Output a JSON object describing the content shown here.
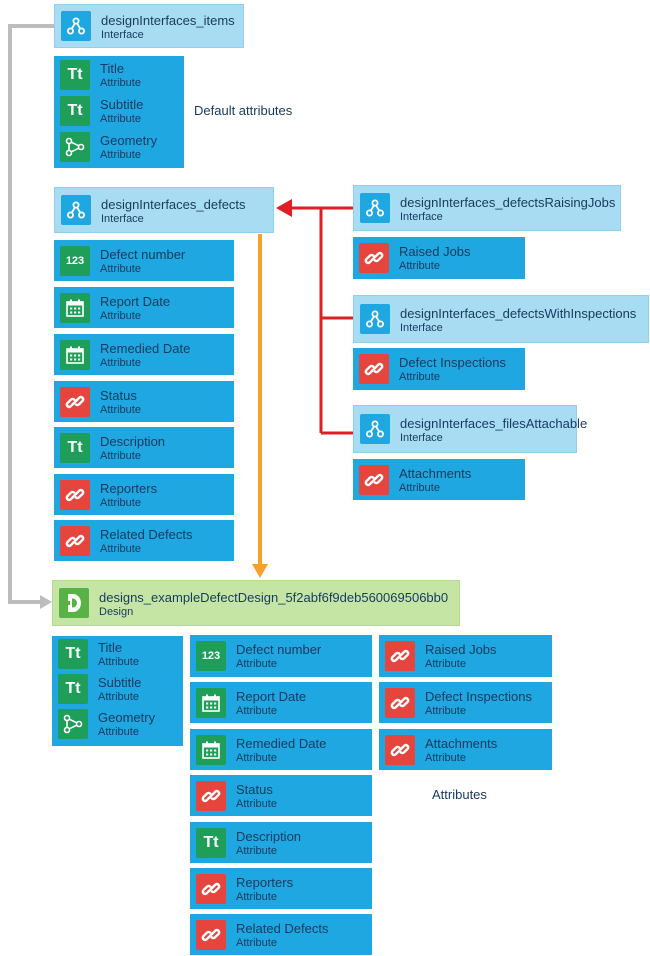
{
  "icons": {
    "interface": "interface-icon",
    "text": "text-attribute-icon",
    "geometry": "geometry-icon",
    "number": "number-icon",
    "date": "calendar-icon",
    "link": "link-icon",
    "design": "design-icon"
  },
  "colors": {
    "interface_bg": "#a8dcf3",
    "design_bg": "#c5e5a5",
    "attribute_bg": "#1ea7e1",
    "icon_text": "#1f9e5a",
    "icon_link": "#e5453d",
    "icon_design": "#58b245",
    "connector_gray": "#bdbdbd",
    "connector_orange": "#f7a12b",
    "connector_red": "#e01e25"
  },
  "items_interface": {
    "name": "designInterfaces_items",
    "type": "Interface",
    "attributes": [
      {
        "name": "Title",
        "type": "Attribute",
        "icon": "text"
      },
      {
        "name": "Subtitle",
        "type": "Attribute",
        "icon": "text"
      },
      {
        "name": "Geometry",
        "type": "Attribute",
        "icon": "geometry"
      }
    ],
    "note": "Default attributes"
  },
  "defects_interface": {
    "name": "designInterfaces_defects",
    "type": "Interface",
    "attributes": [
      {
        "name": "Defect number",
        "type": "Attribute",
        "icon": "number"
      },
      {
        "name": "Report Date",
        "type": "Attribute",
        "icon": "date"
      },
      {
        "name": "Remedied Date",
        "type": "Attribute",
        "icon": "date"
      },
      {
        "name": "Status",
        "type": "Attribute",
        "icon": "link"
      },
      {
        "name": "Description",
        "type": "Attribute",
        "icon": "text"
      },
      {
        "name": "Reporters",
        "type": "Attribute",
        "icon": "link"
      },
      {
        "name": "Related Defects",
        "type": "Attribute",
        "icon": "link"
      }
    ]
  },
  "raising_jobs_interface": {
    "name": "designInterfaces_defectsRaisingJobs",
    "type": "Interface",
    "attributes": [
      {
        "name": "Raised Jobs",
        "type": "Attribute",
        "icon": "link"
      }
    ]
  },
  "inspections_interface": {
    "name": "designInterfaces_defectsWithInspections",
    "type": "Interface",
    "attributes": [
      {
        "name": "Defect Inspections",
        "type": "Attribute",
        "icon": "link"
      }
    ]
  },
  "files_interface": {
    "name": "designInterfaces_filesAttachable",
    "type": "Interface",
    "attributes": [
      {
        "name": "Attachments",
        "type": "Attribute",
        "icon": "link"
      }
    ]
  },
  "design": {
    "name": "designs_exampleDefectDesign_5f2abf6f9deb560069506bb0",
    "type": "Design",
    "default_attributes": [
      {
        "name": "Title",
        "type": "Attribute",
        "icon": "text"
      },
      {
        "name": "Subtitle",
        "type": "Attribute",
        "icon": "text"
      },
      {
        "name": "Geometry",
        "type": "Attribute",
        "icon": "geometry"
      }
    ],
    "defect_attributes": [
      {
        "name": "Defect number",
        "type": "Attribute",
        "icon": "number"
      },
      {
        "name": "Report Date",
        "type": "Attribute",
        "icon": "date"
      },
      {
        "name": "Remedied Date",
        "type": "Attribute",
        "icon": "date"
      },
      {
        "name": "Status",
        "type": "Attribute",
        "icon": "link"
      },
      {
        "name": "Description",
        "type": "Attribute",
        "icon": "text"
      },
      {
        "name": "Reporters",
        "type": "Attribute",
        "icon": "link"
      },
      {
        "name": "Related Defects",
        "type": "Attribute",
        "icon": "link"
      }
    ],
    "extra_attributes": [
      {
        "name": "Raised Jobs",
        "type": "Attribute",
        "icon": "link"
      },
      {
        "name": "Defect Inspections",
        "type": "Attribute",
        "icon": "link"
      },
      {
        "name": "Attachments",
        "type": "Attribute",
        "icon": "link"
      }
    ],
    "note": "Attributes"
  }
}
